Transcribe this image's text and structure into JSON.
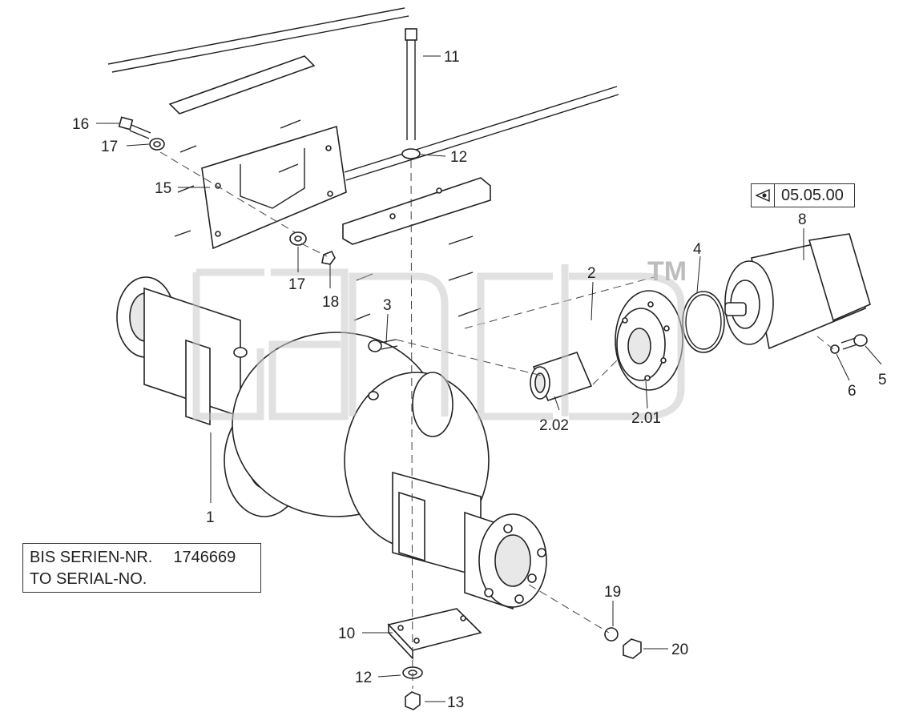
{
  "serial_note": {
    "line1_label": "BIS SERIEN-NR.",
    "line1_number": "1746669",
    "line2_label": "TO SERIAL-NO."
  },
  "reference": {
    "code": "05.05.00",
    "icon": "view-eye-icon"
  },
  "watermark": {
    "tm": "TM"
  },
  "callouts": {
    "c1": "1",
    "c2": "2",
    "c2_01": "2.01",
    "c2_02": "2.02",
    "c3": "3",
    "c4": "4",
    "c5": "5",
    "c6": "6",
    "c8": "8",
    "c10": "10",
    "c11": "11",
    "c12_top": "12",
    "c12_bottom": "12",
    "c13": "13",
    "c15": "15",
    "c16": "16",
    "c17_top": "17",
    "c17_mid": "17",
    "c18": "18",
    "c19": "19",
    "c20": "20"
  }
}
